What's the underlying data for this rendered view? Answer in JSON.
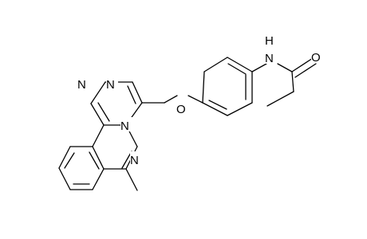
{
  "molecule": {
    "atoms": {
      "n_amide": "N",
      "h_amide": "H",
      "o_carbonyl": "O",
      "o_ether": "O",
      "n_triazole_1": "N",
      "n_triazole_2": "N",
      "n_bridge": "N",
      "n_pyridazine": "N"
    }
  },
  "colors": {
    "bond": "#000000",
    "label": "#000000",
    "background": "#ffffff"
  }
}
